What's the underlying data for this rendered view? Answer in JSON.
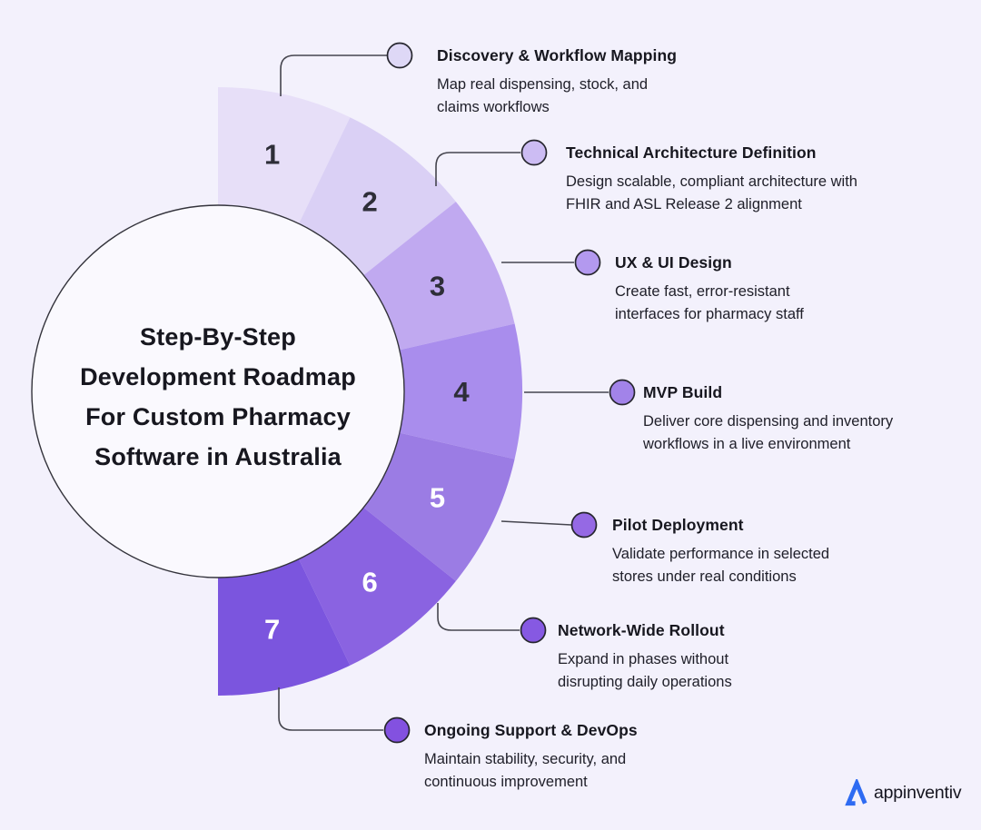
{
  "colors": {
    "background": "#f3f1fc",
    "circle_fill": "#faf9fe",
    "line": "#45454e"
  },
  "center": {
    "title": "Step-By-Step\nDevelopment Roadmap\nFor Custom Pharmacy\nSoftware in Australia"
  },
  "steps": [
    {
      "number": "1",
      "title": "Discovery & Workflow Mapping",
      "desc": "Map real dispensing, stock, and\nclaims workflows",
      "segment_color": "#e7dff8",
      "dot_color": "#ded8f6",
      "number_color": "#2e2e38"
    },
    {
      "number": "2",
      "title": "Technical Architecture Definition",
      "desc": "Design scalable, compliant architecture with\nFHIR and ASL Release 2 alignment",
      "segment_color": "#dad0f5",
      "dot_color": "#ccbcf3",
      "number_color": "#2e2e38"
    },
    {
      "number": "3",
      "title": "UX & UI Design",
      "desc": "Create fast, error-resistant\ninterfaces for pharmacy staff",
      "segment_color": "#c0a9f0",
      "dot_color": "#b399ef",
      "number_color": "#2e2e38"
    },
    {
      "number": "4",
      "title": "MVP Build",
      "desc": "Deliver core dispensing and inventory\nworkflows in a live environment",
      "segment_color": "#a98ded",
      "dot_color": "#a283e9",
      "number_color": "#2e2e38"
    },
    {
      "number": "5",
      "title": "Pilot Deployment",
      "desc": "Validate performance in selected\nstores under real conditions",
      "segment_color": "#9b7ce4",
      "dot_color": "#9569e4",
      "number_color": "#ffffff"
    },
    {
      "number": "6",
      "title": "Network-Wide Rollout",
      "desc": "Expand in phases without\ndisrupting daily operations",
      "segment_color": "#8a63e1",
      "dot_color": "#8659e2",
      "number_color": "#ffffff"
    },
    {
      "number": "7",
      "title": "Ongoing Support & DevOps",
      "desc": "Maintain stability, security, and\ncontinuous improvement",
      "segment_color": "#7b55de",
      "dot_color": "#8351e0",
      "number_color": "#ffffff"
    }
  ],
  "logo": {
    "text": "appinventiv",
    "mark_color": "#2e6bf2"
  }
}
